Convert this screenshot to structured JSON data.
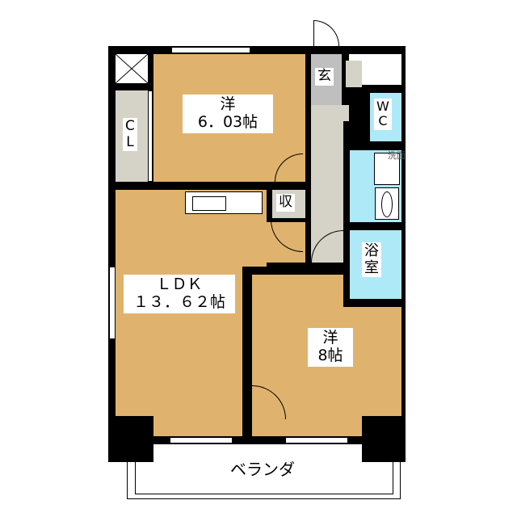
{
  "rooms": {
    "western1": {
      "name": "洋",
      "size": "6．03帖"
    },
    "closet": {
      "line1": "C",
      "line2": "L"
    },
    "entrance": "玄",
    "wc": {
      "line1": "W",
      "line2": "C"
    },
    "washroom": "洗面",
    "storage": "収",
    "bath": {
      "line1": "浴",
      "line2": "室"
    },
    "ldk": {
      "name": "ＬＤＫ",
      "size": "１３．６２帖"
    },
    "western2": {
      "name": "洋",
      "size": "8帖"
    },
    "balcony": "ベランダ"
  },
  "colors": {
    "room": "#dfb36e",
    "wet": "#aee9f8",
    "hall": "#d5d3c7",
    "wall": "#000000"
  }
}
